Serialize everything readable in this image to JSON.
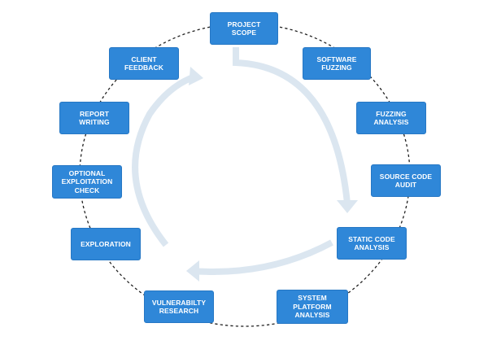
{
  "diagram": {
    "type": "cycle",
    "colors": {
      "node_fill": "#2f87d8",
      "arrow": "#dbe6f0",
      "ring": "#222222",
      "label": "#ffffff"
    },
    "steps": [
      {
        "id": "project-scope",
        "label": "PROJECT\nSCOPE"
      },
      {
        "id": "software-fuzzing",
        "label": "SOFTWARE\nFUZZING"
      },
      {
        "id": "fuzzing-analysis",
        "label": "FUZZING\nANALYSIS"
      },
      {
        "id": "source-code-audit",
        "label": "SOURCE CODE\nAUDIT"
      },
      {
        "id": "static-code-analysis",
        "label": "STATIC CODE\nANALYSIS"
      },
      {
        "id": "system-platform-analysis",
        "label": "SYSTEM PLATFORM\nANALYSIS"
      },
      {
        "id": "vulnerability-research",
        "label": "VULNERABILTY\nRESEARCH"
      },
      {
        "id": "exploration",
        "label": "EXPLORATION"
      },
      {
        "id": "optional-exploitation-check",
        "label": "OPTIONAL\nEXPLOITATION\nCHECK"
      },
      {
        "id": "report-writing",
        "label": "REPORT\nWRITING"
      },
      {
        "id": "client-feedback",
        "label": "CLIENT\nFEEDBACK"
      }
    ]
  }
}
